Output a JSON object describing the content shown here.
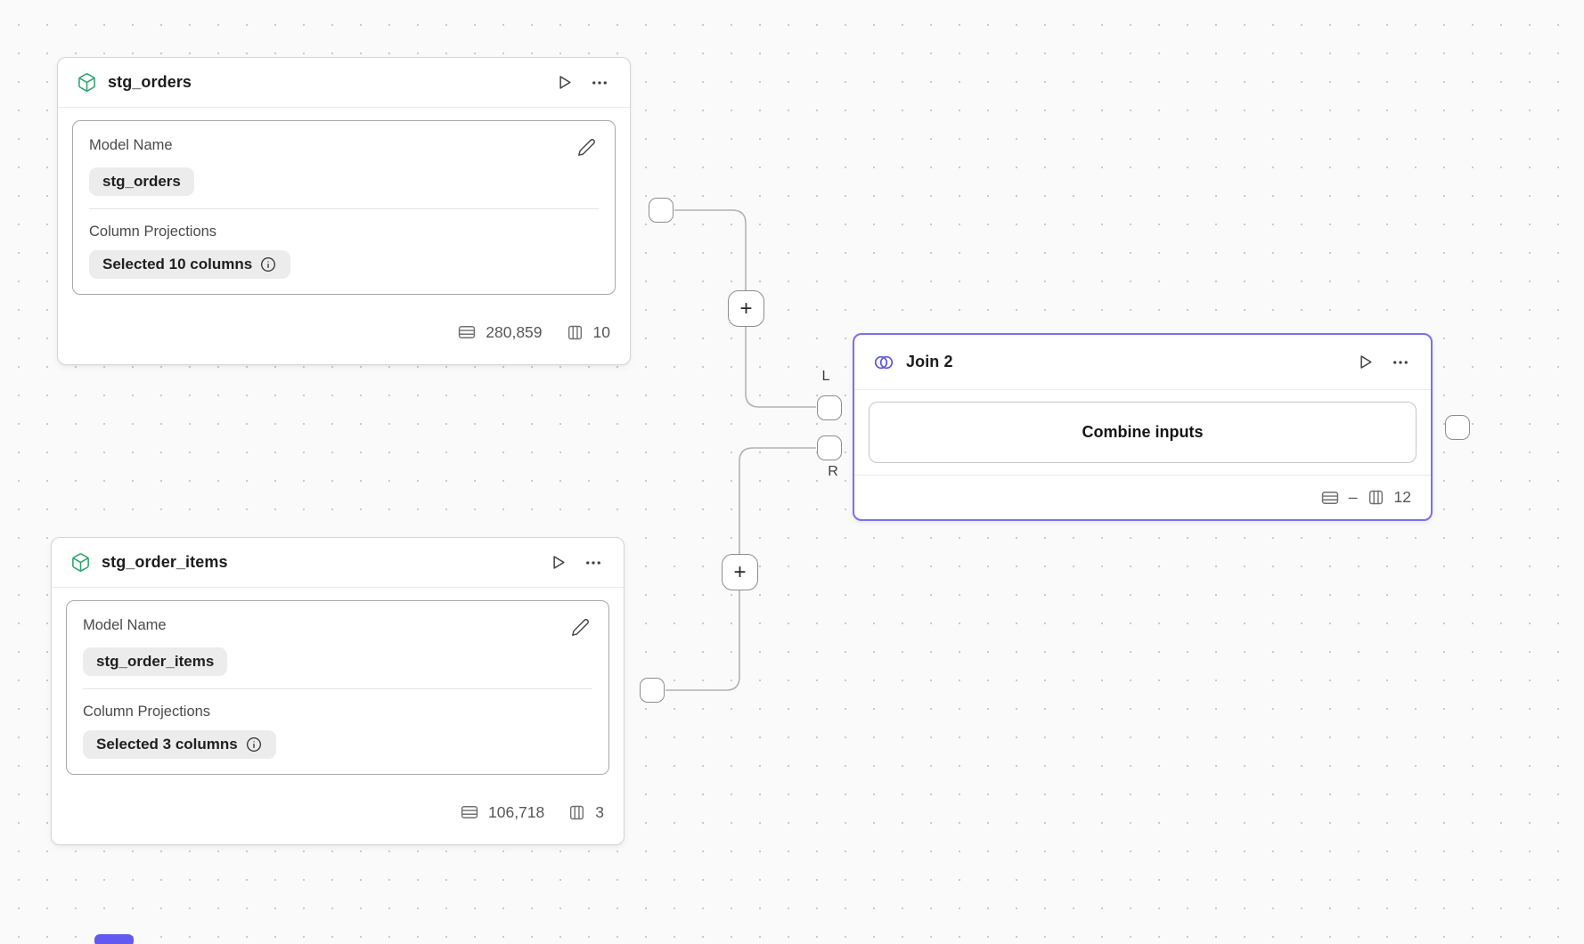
{
  "canvas": {
    "background": "#fafafa",
    "dot_color": "#c9c9c9",
    "edge_color": "#b1b1b1",
    "selection_accent": "#7b6ff0",
    "model_icon_color": "#2aa268",
    "join_icon_color": "#5a54de"
  },
  "icons": {
    "model": "box-3d-icon",
    "join": "overlapping-circles-icon",
    "run": "play-outline-icon",
    "menu": "ellipsis-icon",
    "edit": "pencil-icon",
    "info": "info-circle-icon",
    "rows": "table-rows-icon",
    "columns": "table-columns-icon"
  },
  "nodes": {
    "stg_orders": {
      "title": "stg_orders",
      "model_name_label": "Model Name",
      "model_name_value": "stg_orders",
      "projections_label": "Column Projections",
      "projections_value": "Selected 10 columns",
      "row_count": "280,859",
      "column_count": "10"
    },
    "stg_order_items": {
      "title": "stg_order_items",
      "model_name_label": "Model Name",
      "model_name_value": "stg_order_items",
      "projections_label": "Column Projections",
      "projections_value": "Selected 3 columns",
      "row_count": "106,718",
      "column_count": "3"
    },
    "join": {
      "title": "Join 2",
      "combine_button_label": "Combine inputs",
      "row_count": "–",
      "column_count": "12",
      "left_port_label": "L",
      "right_port_label": "R"
    }
  },
  "connectors": {
    "plus_label": "+"
  }
}
